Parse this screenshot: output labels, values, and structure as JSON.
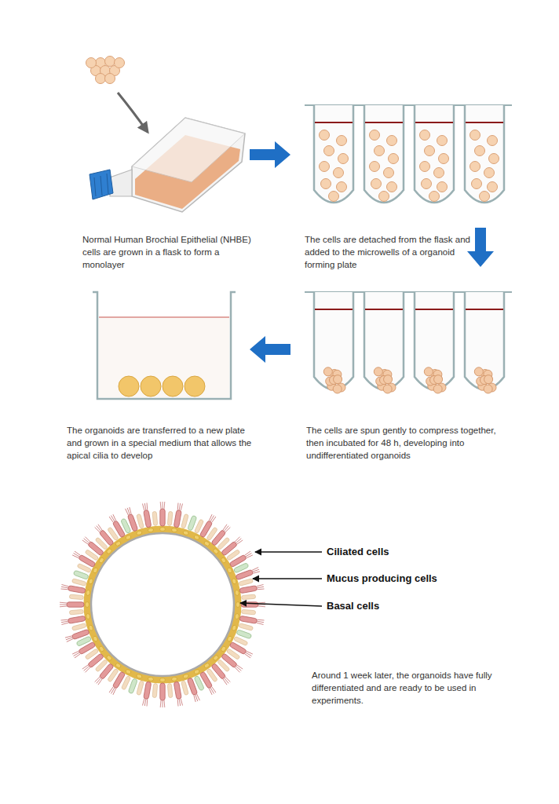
{
  "diagram": {
    "labels": [
      "Normal Human Brochial Epithelial (NHBE) cells are grown in a flask to form a monolayer",
      "The cells are detached from the flask and added to the microwells of a organoid forming plate",
      "The organoids are transferred to a new plate and grown in a special medium that allows the apical cilia to develop",
      "The cells are spun gently to compress together, then incubated for 48 h, developing into undifferentiated organoids",
      "Ciliated cells",
      "Mucus producing cells",
      "Basal cells",
      "Around 1 week later, the organoids have fully differentiated and are ready to be used in experiments."
    ]
  }
}
